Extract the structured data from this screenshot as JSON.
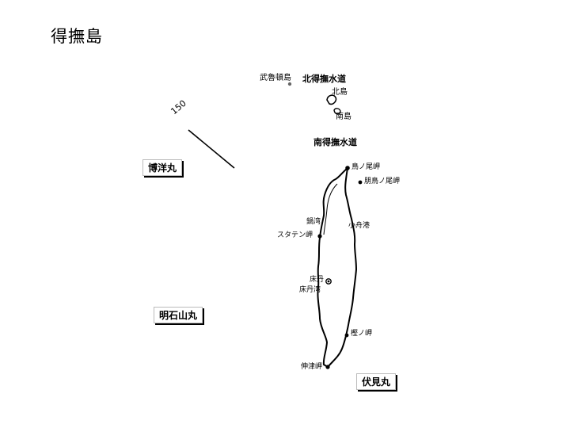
{
  "title": "得撫島",
  "labels": {
    "musashi_rock": "武魯頓島",
    "north_channel": "北得撫水道",
    "north_island": "北島",
    "south_island": "南島",
    "south_channel": "南得撫水道",
    "cape_torinoo": "鳥ノ尾岬",
    "cape_asahi_torinoo": "朋鳥ノ尾岬",
    "kofune_port": "小舟港",
    "nabe_bay": "鍋湾",
    "cape_staten": "スタテン岬",
    "tokotan": "床丹",
    "tokotan_bay": "床丹湾",
    "cape_kashi": "樫ノ岬",
    "cape_nobitsu": "伸津岬"
  },
  "depth": "150",
  "ships": {
    "hakuyo": "博洋丸",
    "akashiyama": "明石山丸",
    "fushimi": "伏見丸"
  }
}
